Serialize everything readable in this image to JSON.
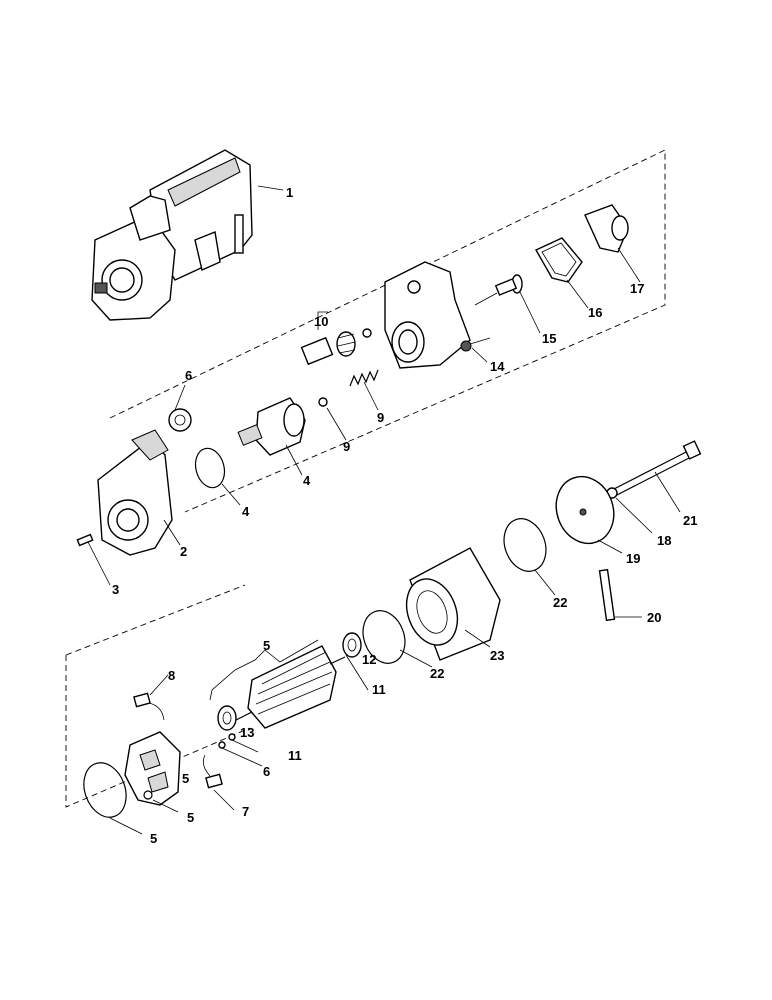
{
  "callouts": [
    "1",
    "2",
    "3",
    "4",
    "4",
    "5",
    "5",
    "5",
    "5",
    "6",
    "6",
    "7",
    "8",
    "9",
    "9",
    "10",
    "11",
    "11",
    "12",
    "13",
    "14",
    "15",
    "16",
    "17",
    "18",
    "19",
    "20",
    "21",
    "22",
    "22",
    "23"
  ]
}
